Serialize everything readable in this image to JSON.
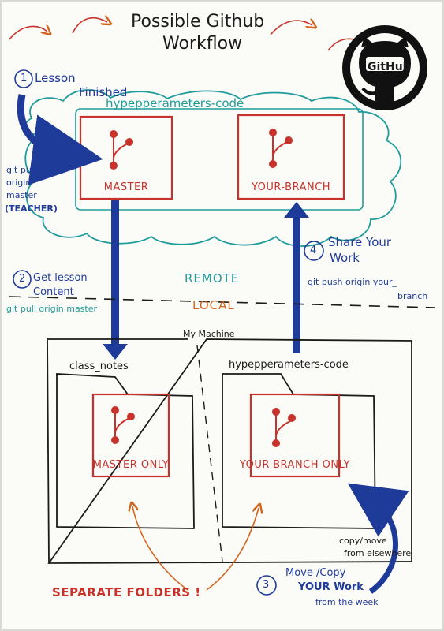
{
  "title": {
    "line1": "Possible Github",
    "line2": "Workflow"
  },
  "github_logo": {
    "text": "GitHub"
  },
  "step1": {
    "number": "1",
    "line1": "Lesson",
    "line2": "Finished"
  },
  "cloud": {
    "label": "hypepperameters-code"
  },
  "remote_repos": {
    "master": "MASTER",
    "your_branch": "YOUR-BRANCH"
  },
  "teacher_push": {
    "line1": "git push",
    "line2": "origin",
    "line3": "master",
    "line4": "(TEACHER)"
  },
  "step2": {
    "number": "2",
    "line1": "Get lesson",
    "line2": "Content",
    "command": "git pull origin master"
  },
  "step4": {
    "number": "4",
    "line1": "Share Your",
    "line2": "Work",
    "command1": "git push origin your_",
    "command2": "branch"
  },
  "divider": {
    "remote": "REMOTE",
    "local": "LOCAL"
  },
  "my_machine": {
    "label": "My Machine"
  },
  "local_folders": {
    "class_notes": "class_notes",
    "hyp_code": "hypepperameters-code",
    "master_only": "MASTER ONLY",
    "branch_only": "YOUR-BRANCH ONLY"
  },
  "step3": {
    "number": "3",
    "line1": "Move /Copy",
    "line2": "YOUR Work",
    "line3": "from the week"
  },
  "copy_move": {
    "line1": "copy/move",
    "line2": "from elsewhere"
  },
  "separate": {
    "label": "SEPARATE FOLDERS !"
  },
  "colors": {
    "ink": "#1b1b1b",
    "blue": "#1e3b9a",
    "red": "#c8322a",
    "teal": "#1f9c9a",
    "orange": "#d2651e"
  }
}
